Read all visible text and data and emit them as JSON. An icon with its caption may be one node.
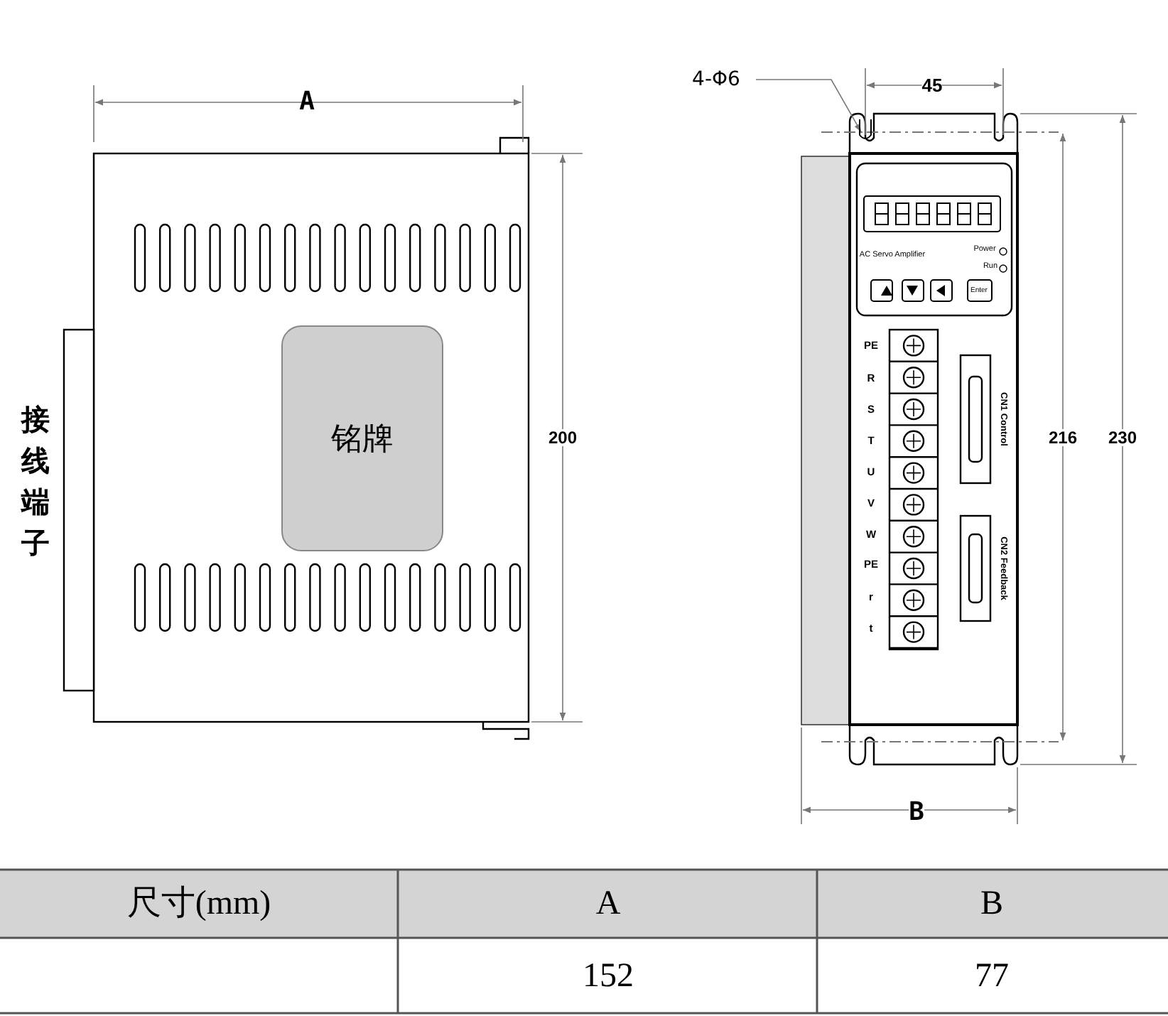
{
  "diagram": {
    "nodes": [
      {
        "text": [
          "4-Φ6"
        ]
      },
      {
        "text": [],
        "shape": "picture"
      },
      {
        "text": [
          "铭牌"
        ]
      }
    ],
    "edges": [
      {
        "from": 0,
        "to": 1,
        "arrow": "to"
      }
    ],
    "labels": [
      "A",
      "接线端子",
      "200",
      "45",
      "216",
      "230",
      "B",
      "AC Servo Amplifier",
      "Power",
      "Run",
      "Enter",
      "PE",
      "R",
      "S",
      "T",
      "U",
      "V",
      "W",
      "PE",
      "r",
      "t",
      "CN1 Control",
      "CN2 Feedback",
      "尺寸(mm)",
      "A",
      "B",
      "152",
      "77"
    ]
  }
}
